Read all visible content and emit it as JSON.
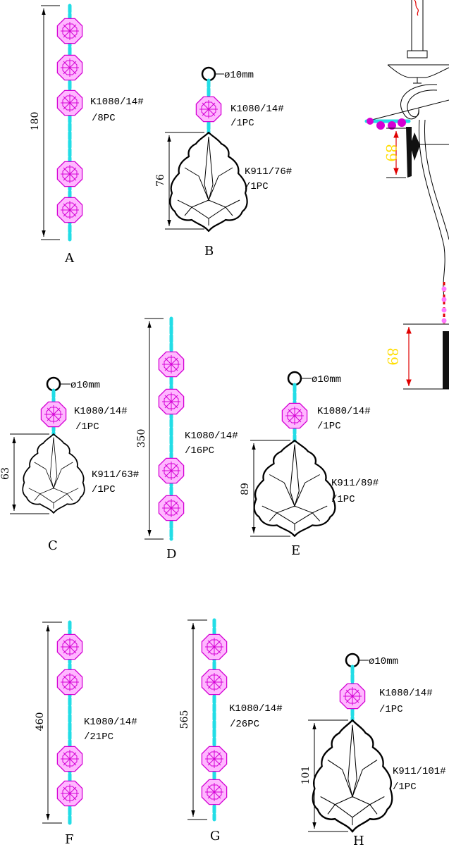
{
  "colors": {
    "chain": "#22dde6",
    "octagon": "#d400d4",
    "octagon_fill": "#ffb8ff",
    "dim_highlight": "#ffdd00",
    "dim_arrow": "#e00000"
  },
  "icons": {
    "octagon": "octagon-bead-icon",
    "pendant": "pendant-drop-icon",
    "hook": "ring-hook-icon"
  },
  "strands": [
    {
      "id": "A",
      "letter": "A",
      "dimension": "180",
      "code": "K1080/14#",
      "qty": "/8PC"
    },
    {
      "id": "D",
      "letter": "D",
      "dimension": "350",
      "code": "K1080/14#",
      "qty": "/16PC"
    },
    {
      "id": "F",
      "letter": "F",
      "dimension": "460",
      "code": "K1080/14#",
      "qty": "/21PC"
    },
    {
      "id": "G",
      "letter": "G",
      "dimension": "565",
      "code": "K1080/14#",
      "qty": "/26PC"
    }
  ],
  "pendants": [
    {
      "id": "B",
      "letter": "B",
      "ring": "ø10mm",
      "bead_code": "K1080/14#",
      "bead_qty": "/1PC",
      "dimension": "76",
      "drop_code": "K911/76#",
      "drop_qty": "/1PC"
    },
    {
      "id": "C",
      "letter": "C",
      "ring": "ø10mm",
      "bead_code": "K1080/14#",
      "bead_qty": "/1PC",
      "dimension": "63",
      "drop_code": "K911/63#",
      "drop_qty": "/1PC"
    },
    {
      "id": "E",
      "letter": "E",
      "ring": "ø10mm",
      "bead_code": "K1080/14#",
      "bead_qty": "/1PC",
      "dimension": "89",
      "drop_code": "K911/89#",
      "drop_qty": "/1PC"
    },
    {
      "id": "H",
      "letter": "H",
      "ring": "ø10mm",
      "bead_code": "K1080/14#",
      "bead_qty": "/1PC",
      "dimension": "101",
      "drop_code": "K911/101#",
      "drop_qty": "/1PC"
    }
  ],
  "fixture": {
    "dimension_top": "89",
    "dimension_bottom": "89"
  }
}
